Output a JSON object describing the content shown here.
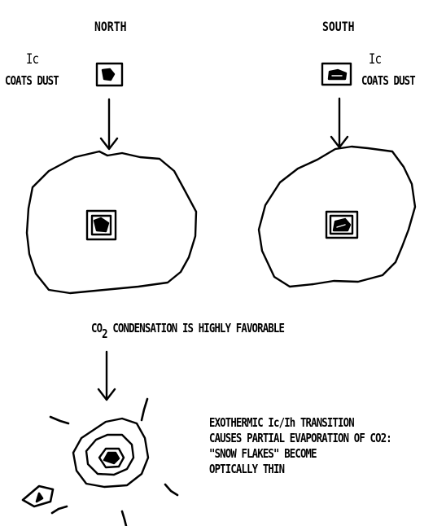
{
  "north": {
    "heading": "NORTH",
    "ic_label": "Ic",
    "coats_dust": "COATS DUST"
  },
  "south": {
    "heading": "SOUTH",
    "ic_label": "Ic",
    "coats_dust": "COATS DUST"
  },
  "condensation": {
    "prefix": "CO",
    "subscript": "2",
    "rest": " CONDENSATION IS HIGHLY FAVORABLE"
  },
  "transition_note": {
    "line1": "EXOTHERMIC Ic/Ih TRANSITION",
    "line2": "CAUSES PARTIAL EVAPORATION OF CO2:",
    "line3": "\"SNOW FLAKES\" BECOME",
    "line4": "OPTICALLY THIN"
  }
}
